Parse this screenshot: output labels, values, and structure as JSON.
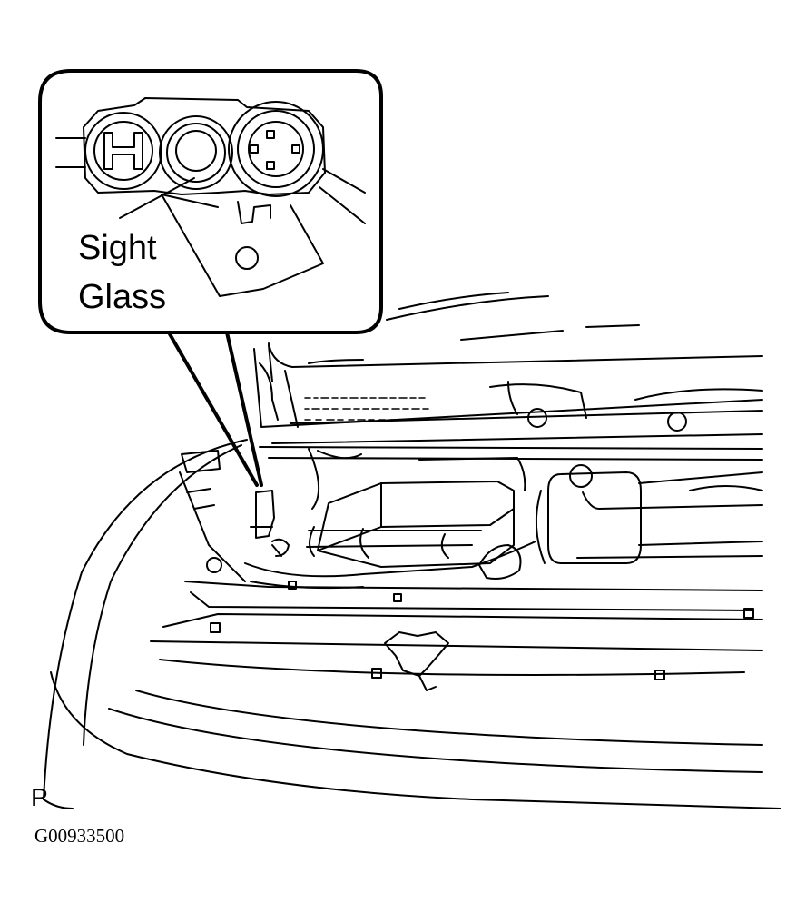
{
  "callout": {
    "label_line1": "Sight",
    "label_line2": "Glass"
  },
  "corner_mark": "P",
  "figure_id": "G00933500"
}
